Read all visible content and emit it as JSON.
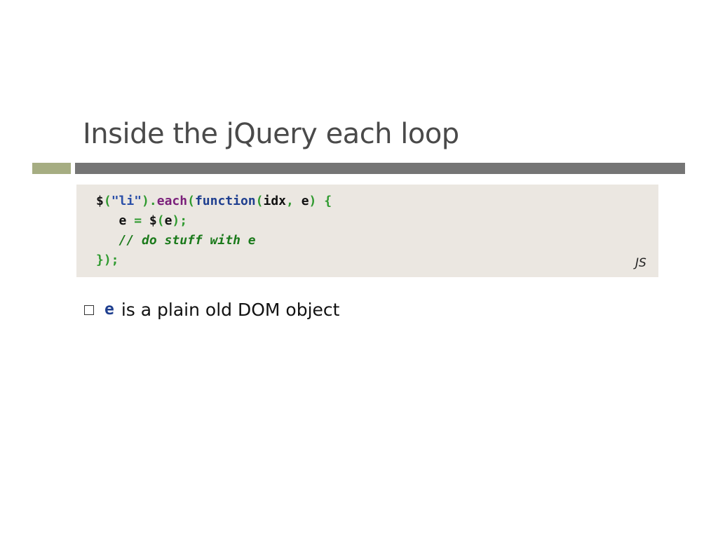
{
  "slide": {
    "title": "Inside the jQuery each loop"
  },
  "code_block": {
    "language_label": "JS",
    "lines": [
      [
        {
          "text": "$",
          "kind": "default"
        },
        {
          "text": "(",
          "kind": "punct"
        },
        {
          "text": "\"li\"",
          "kind": "string"
        },
        {
          "text": ").",
          "kind": "punct"
        },
        {
          "text": "each",
          "kind": "method"
        },
        {
          "text": "(",
          "kind": "punct"
        },
        {
          "text": "function",
          "kind": "keyword"
        },
        {
          "text": "(",
          "kind": "punct"
        },
        {
          "text": "idx",
          "kind": "default"
        },
        {
          "text": ", ",
          "kind": "punct"
        },
        {
          "text": "e",
          "kind": "default"
        },
        {
          "text": ") {",
          "kind": "punct"
        }
      ],
      [
        {
          "text": "   e ",
          "kind": "default"
        },
        {
          "text": "=",
          "kind": "punct"
        },
        {
          "text": " $",
          "kind": "default"
        },
        {
          "text": "(",
          "kind": "punct"
        },
        {
          "text": "e",
          "kind": "default"
        },
        {
          "text": ");",
          "kind": "punct"
        }
      ],
      [
        {
          "text": "   ",
          "kind": "default"
        },
        {
          "text": "// do stuff with e",
          "kind": "comment"
        }
      ],
      [
        {
          "text": "});",
          "kind": "punct"
        }
      ]
    ]
  },
  "bullets": [
    {
      "code": "e",
      "text": "is a plain old DOM object"
    }
  ]
}
